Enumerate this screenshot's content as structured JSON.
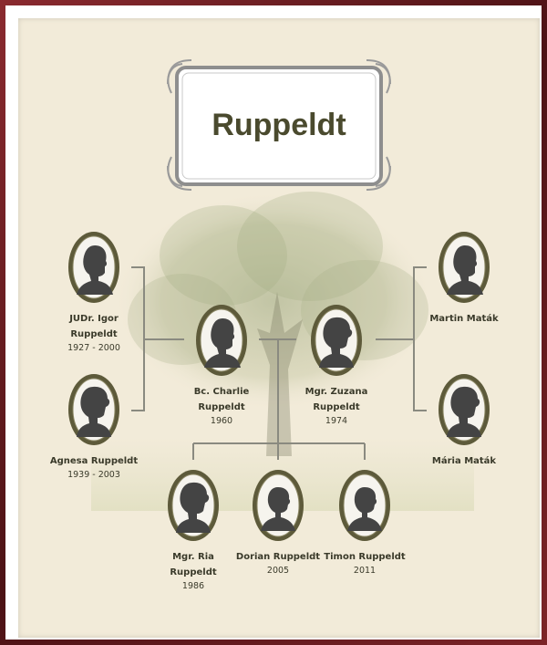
{
  "title": "Ruppeldt",
  "colors": {
    "frame": "#6b1e22",
    "paper": "#f2ebd9",
    "frame_ring": "#5d5a3a",
    "silhouette": "#444444",
    "line": "#8a8a80"
  },
  "people": {
    "igor": {
      "name_line1": "JUDr. Igor",
      "name_line2": "Ruppeldt",
      "dates": "1927 - 2000",
      "icon": "male-silhouette-icon"
    },
    "agnesa": {
      "name_line1": "Agnesa Ruppeldt",
      "name_line2": "",
      "dates": "1939 - 2003",
      "icon": "female-silhouette-icon"
    },
    "charlie": {
      "name_line1": "Bc. Charlie",
      "name_line2": "Ruppeldt",
      "dates": "1960",
      "icon": "male-silhouette-icon"
    },
    "zuzana": {
      "name_line1": "Mgr. Zuzana",
      "name_line2": "Ruppeldt",
      "dates": "1974",
      "icon": "female-silhouette-icon"
    },
    "martin": {
      "name_line1": "Martin Maták",
      "name_line2": "",
      "dates": "",
      "icon": "male-silhouette-icon"
    },
    "maria": {
      "name_line1": "Mária Maták",
      "name_line2": "",
      "dates": "",
      "icon": "female-silhouette-icon"
    },
    "ria": {
      "name_line1": "Mgr. Ria",
      "name_line2": "Ruppeldt",
      "dates": "1986",
      "icon": "female-silhouette-icon"
    },
    "dorian": {
      "name_line1": "Dorian Ruppeldt",
      "name_line2": "",
      "dates": "2005",
      "icon": "boy-silhouette-icon"
    },
    "timon": {
      "name_line1": "Timon Ruppeldt",
      "name_line2": "",
      "dates": "2011",
      "icon": "boy-silhouette-icon"
    }
  }
}
